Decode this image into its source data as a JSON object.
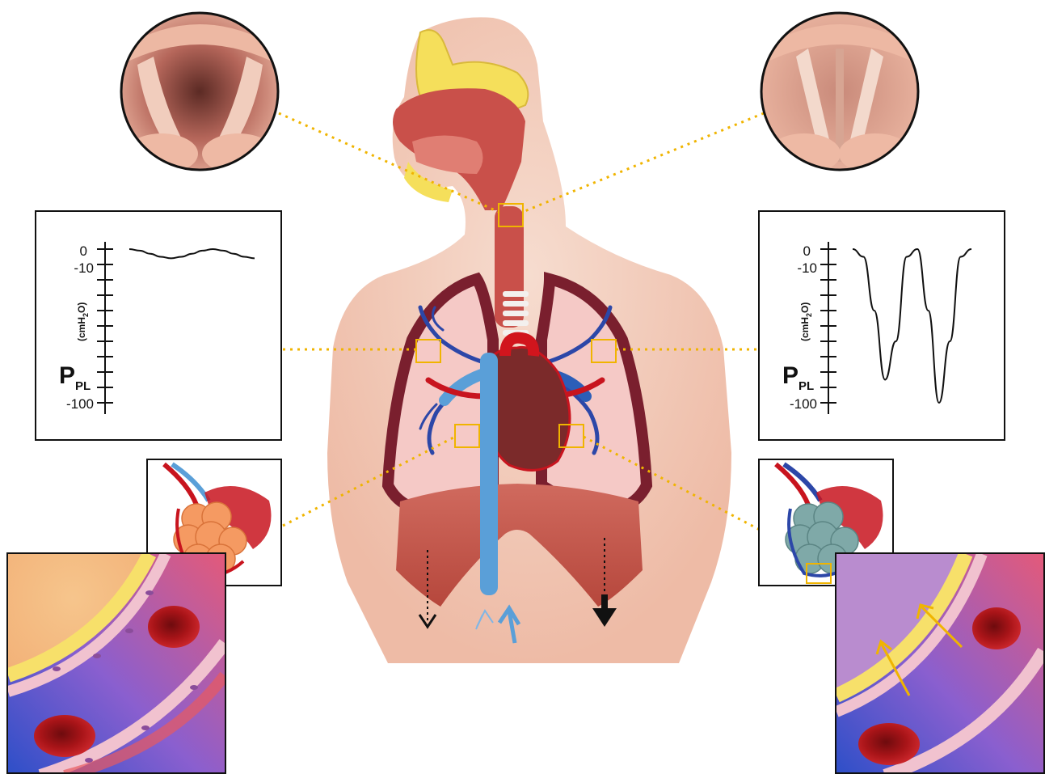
{
  "charts": {
    "left": {
      "y_label_main": "P",
      "y_label_sub": "PL",
      "y_label_unit": "(cmH",
      "y_label_unit_sub": "2",
      "y_label_unit_end": "O)",
      "tick_top_a": "0",
      "tick_top_b": "-10",
      "tick_bottom": "-100"
    },
    "right": {
      "y_label_main": "P",
      "y_label_sub": "PL",
      "y_label_unit": "(cmH",
      "y_label_unit_sub": "2",
      "y_label_unit_end": "O)",
      "tick_top_a": "0",
      "tick_top_b": "-10",
      "tick_bottom": "-100"
    }
  },
  "chart_data": [
    {
      "type": "line",
      "ylabel": "PPL (cmH2O)",
      "yticks": [
        "0",
        "-10",
        "-100"
      ],
      "ylim": [
        -100,
        0
      ],
      "series": [
        {
          "values": [
            0,
            -1,
            -3,
            -5,
            -6,
            -5,
            -3,
            -1,
            0,
            -1,
            -3,
            -5,
            -6
          ]
        }
      ]
    },
    {
      "type": "line",
      "ylabel": "PPL (cmH2O)",
      "yticks": [
        "0",
        "-10",
        "-100"
      ],
      "ylim": [
        -100,
        0
      ],
      "series": [
        {
          "values": [
            0,
            -5,
            -40,
            -85,
            -60,
            -5,
            0,
            -40,
            -100,
            -60,
            -5,
            0
          ]
        }
      ]
    }
  ],
  "colors": {
    "skin": "#f3d3c2",
    "tissue": "#c9504a",
    "lung": "#f4c7c4",
    "lung_dark": "#7a1f2e",
    "vessel_blue": "#5a9fd8",
    "vessel_red": "#c8141e",
    "callout": "#f0b400",
    "alveolus_orange": "#f59a62",
    "alveolus_teal": "#7fa9a8",
    "fat_yellow": "#f7e06a"
  }
}
